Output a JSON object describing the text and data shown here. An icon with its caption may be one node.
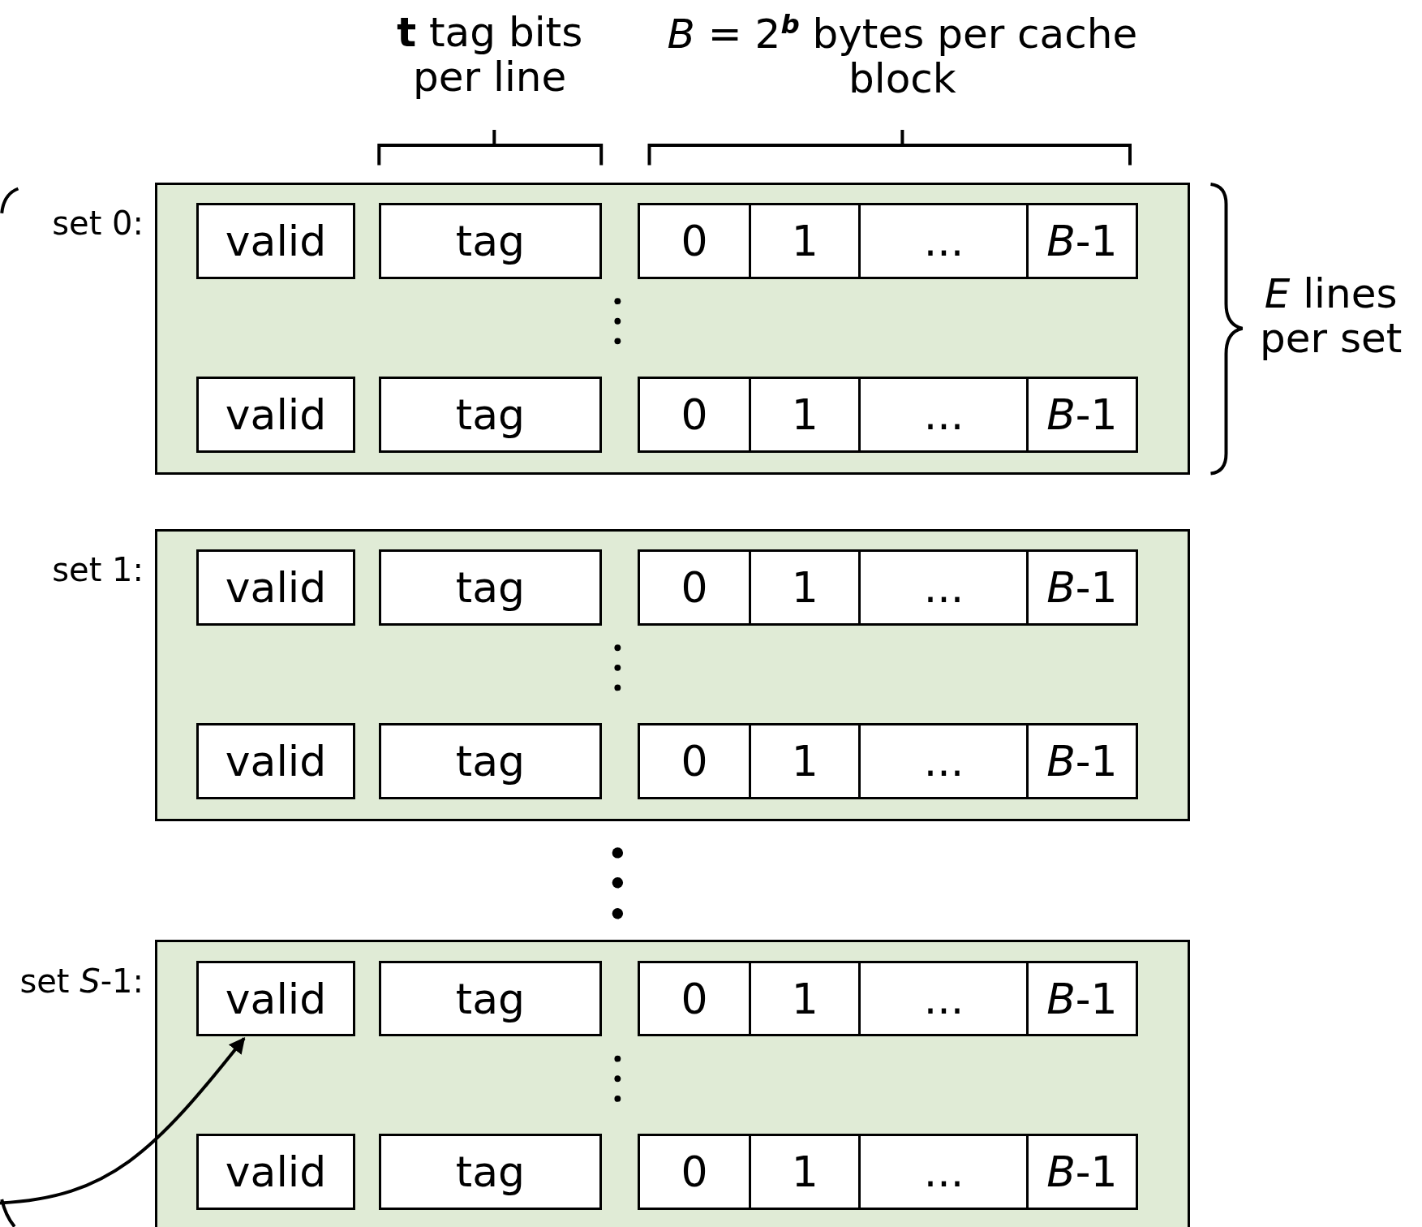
{
  "diagram": {
    "nodes": [
      {
        "text": [
          "set 0:"
        ]
      },
      {
        "text": [
          "valid"
        ],
        "in": 0
      },
      {
        "text": [
          "tag"
        ],
        "in": 0
      },
      {
        "text": [
          "0"
        ],
        "in": 0
      },
      {
        "text": [
          "1"
        ],
        "in": 0
      },
      {
        "text": [
          "..."
        ],
        "in": 0
      },
      {
        "text": [
          "*B*-1"
        ],
        "in": 0
      },
      {
        "text": [
          "valid"
        ],
        "in": 0
      },
      {
        "text": [
          "tag"
        ],
        "in": 0
      },
      {
        "text": [
          "0"
        ],
        "in": 0
      },
      {
        "text": [
          "1"
        ],
        "in": 0
      },
      {
        "text": [
          "..."
        ],
        "in": 0
      },
      {
        "text": [
          "*B*-1"
        ],
        "in": 0
      },
      {
        "text": [
          "set 1:"
        ]
      },
      {
        "text": [
          "valid"
        ],
        "in": 13
      },
      {
        "text": [
          "tag"
        ],
        "in": 13
      },
      {
        "text": [
          "0"
        ],
        "in": 13
      },
      {
        "text": [
          "1"
        ],
        "in": 13
      },
      {
        "text": [
          "..."
        ],
        "in": 13
      },
      {
        "text": [
          "*B*-1"
        ],
        "in": 13
      },
      {
        "text": [
          "valid"
        ],
        "in": 13
      },
      {
        "text": [
          "tag"
        ],
        "in": 13
      },
      {
        "text": [
          "0"
        ],
        "in": 13
      },
      {
        "text": [
          "1"
        ],
        "in": 13
      },
      {
        "text": [
          "..."
        ],
        "in": 13
      },
      {
        "text": [
          "*B*-1"
        ],
        "in": 13
      },
      {
        "text": [
          "set *S*-1:"
        ]
      },
      {
        "text": [
          "valid"
        ],
        "in": 26
      },
      {
        "text": [
          "tag"
        ],
        "in": 26
      },
      {
        "text": [
          "0"
        ],
        "in": 26
      },
      {
        "text": [
          "1"
        ],
        "in": 26
      },
      {
        "text": [
          "..."
        ],
        "in": 26
      },
      {
        "text": [
          "*B*-1"
        ],
        "in": 26
      },
      {
        "text": [
          "valid"
        ],
        "in": 26
      },
      {
        "text": [
          "tag"
        ],
        "in": 26
      },
      {
        "text": [
          "0"
        ],
        "in": 26
      },
      {
        "text": [
          "1"
        ],
        "in": 26
      },
      {
        "text": [
          "..."
        ],
        "in": 26
      },
      {
        "text": [
          "*B*-1"
        ],
        "in": 26
      }
    ],
    "edges": [
      {
        "from": null,
        "to": 27,
        "arrow": "to"
      }
    ],
    "labels": [
      "**t** tag bits per line",
      "*B* = 2$^{b}$ bytes per cache block",
      "*E* lines per set"
    ]
  }
}
